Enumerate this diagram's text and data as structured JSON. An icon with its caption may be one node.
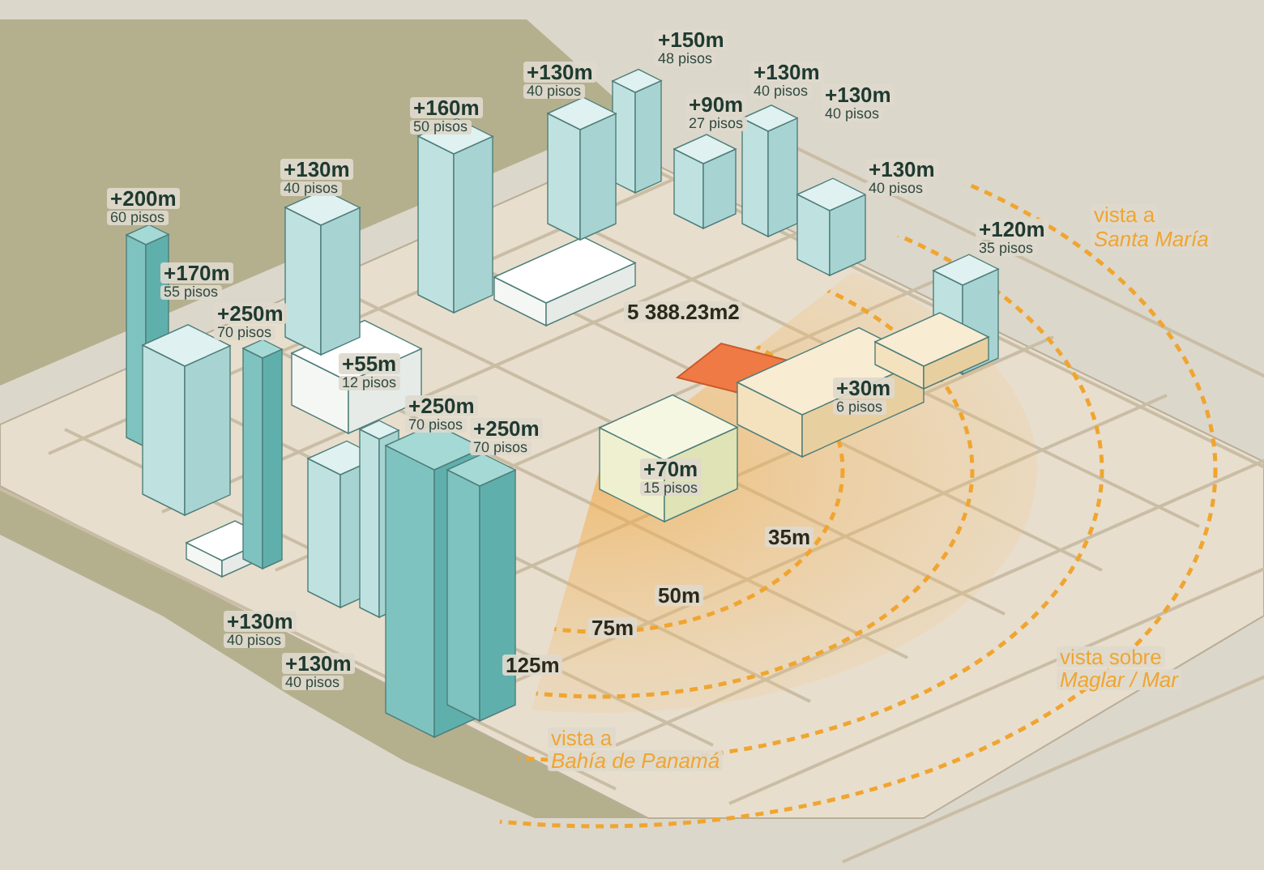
{
  "diagram": {
    "labels": [
      "+150m",
      "48 pisos",
      "+130m",
      "40 pisos",
      "+130m",
      "40 pisos",
      "+90m",
      "27 pisos",
      "+130m",
      "40 pisos",
      "+160m",
      "50 pisos",
      "+130m",
      "40 pisos",
      "+130m",
      "40 pisos",
      "+200m",
      "60 pisos",
      "+120m",
      "35 pisos",
      "vista a",
      "Santa María",
      "+170m",
      "55 pisos",
      "5 388.23m2",
      "+250m",
      "70 pisos",
      "+55m",
      "12 pisos",
      "+30m",
      "6 pisos",
      "+250m",
      "70 pisos",
      "+250m",
      "70 pisos",
      "+70m",
      "15 pisos",
      "35m",
      "50m",
      "+130m",
      "40 pisos",
      "75m",
      "vista sobre",
      "Maglar / Mar",
      "+130m",
      "40 pisos",
      "125m",
      "vista a",
      "Bahía de Panamá"
    ]
  }
}
